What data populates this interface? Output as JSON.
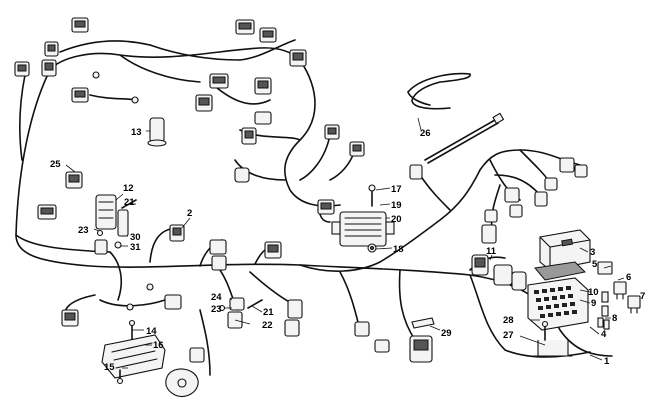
{
  "callouts": {
    "c1": "1",
    "c2": "2",
    "c3": "3",
    "c4": "4",
    "c5": "5",
    "c6": "6",
    "c7": "7",
    "c8": "8",
    "c9": "9",
    "c10": "10",
    "c11": "11",
    "c12": "12",
    "c13": "13",
    "c14": "14",
    "c15": "15",
    "c16": "16",
    "c17": "17",
    "c18": "18",
    "c19": "19",
    "c20": "20",
    "c21a": "21",
    "c21b": "21",
    "c22": "22",
    "c23a": "23",
    "c23b": "23",
    "c24": "24",
    "c25": "25",
    "c26": "26",
    "c27": "27",
    "c28": "28",
    "c29": "29",
    "c30": "30",
    "c31": "31"
  }
}
